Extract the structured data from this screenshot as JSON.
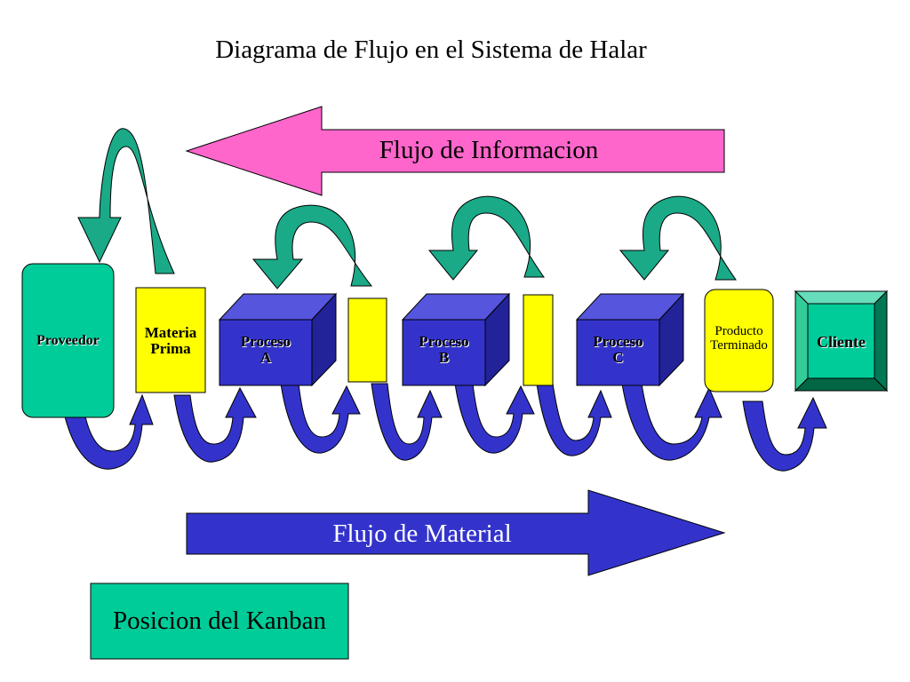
{
  "title": "Diagrama de Flujo en el Sistema de Halar",
  "colors": {
    "info_arrow": "#ff66cc",
    "material_arrow": "#3333cc",
    "loop_arrow_green": "#1aaa88",
    "loop_arrow_blue": "#3333cc",
    "yellow_box": "#ffff00",
    "green_box": "#00cc99",
    "process_cube": "#3333cc"
  },
  "info_flow": {
    "label": "Flujo de Informacion"
  },
  "material_flow": {
    "label": "Flujo de Material"
  },
  "nodes": {
    "proveedor": "Proveedor",
    "materia_prima_1": "Materia",
    "materia_prima_2": "Prima",
    "proceso_a_1": "Proceso",
    "proceso_a_2": "A",
    "proceso_b_1": "Proceso",
    "proceso_b_2": "B",
    "proceso_c_1": "Proceso",
    "proceso_c_2": "C",
    "producto_1": "Producto",
    "producto_2": "Terminado",
    "cliente": "Cliente"
  },
  "legend": {
    "label": "Posicion del Kanban"
  }
}
